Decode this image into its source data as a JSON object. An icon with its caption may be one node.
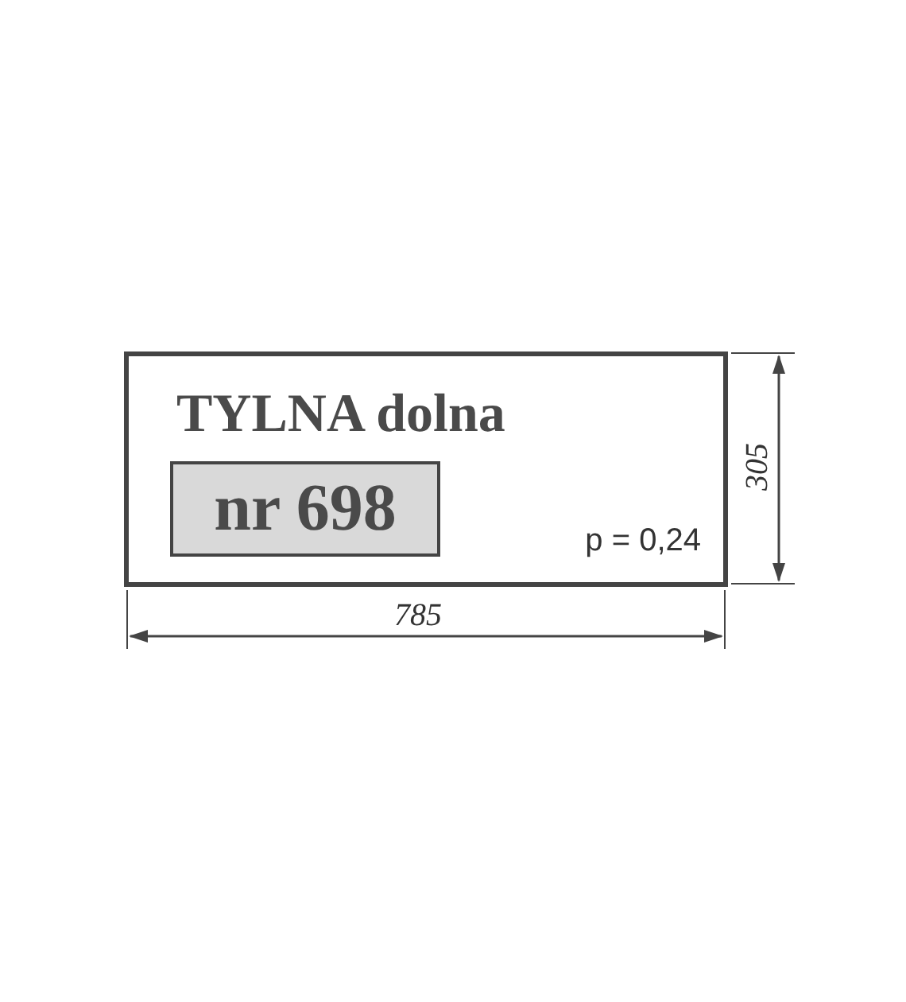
{
  "diagram": {
    "nodes": [
      {
        "text": [
          "TYLNA dolna",
          "p = 0,24"
        ]
      },
      {
        "text": [
          "nr 698"
        ],
        "in": 0
      }
    ],
    "edges": [],
    "labels": [
      "305",
      "785"
    ]
  }
}
